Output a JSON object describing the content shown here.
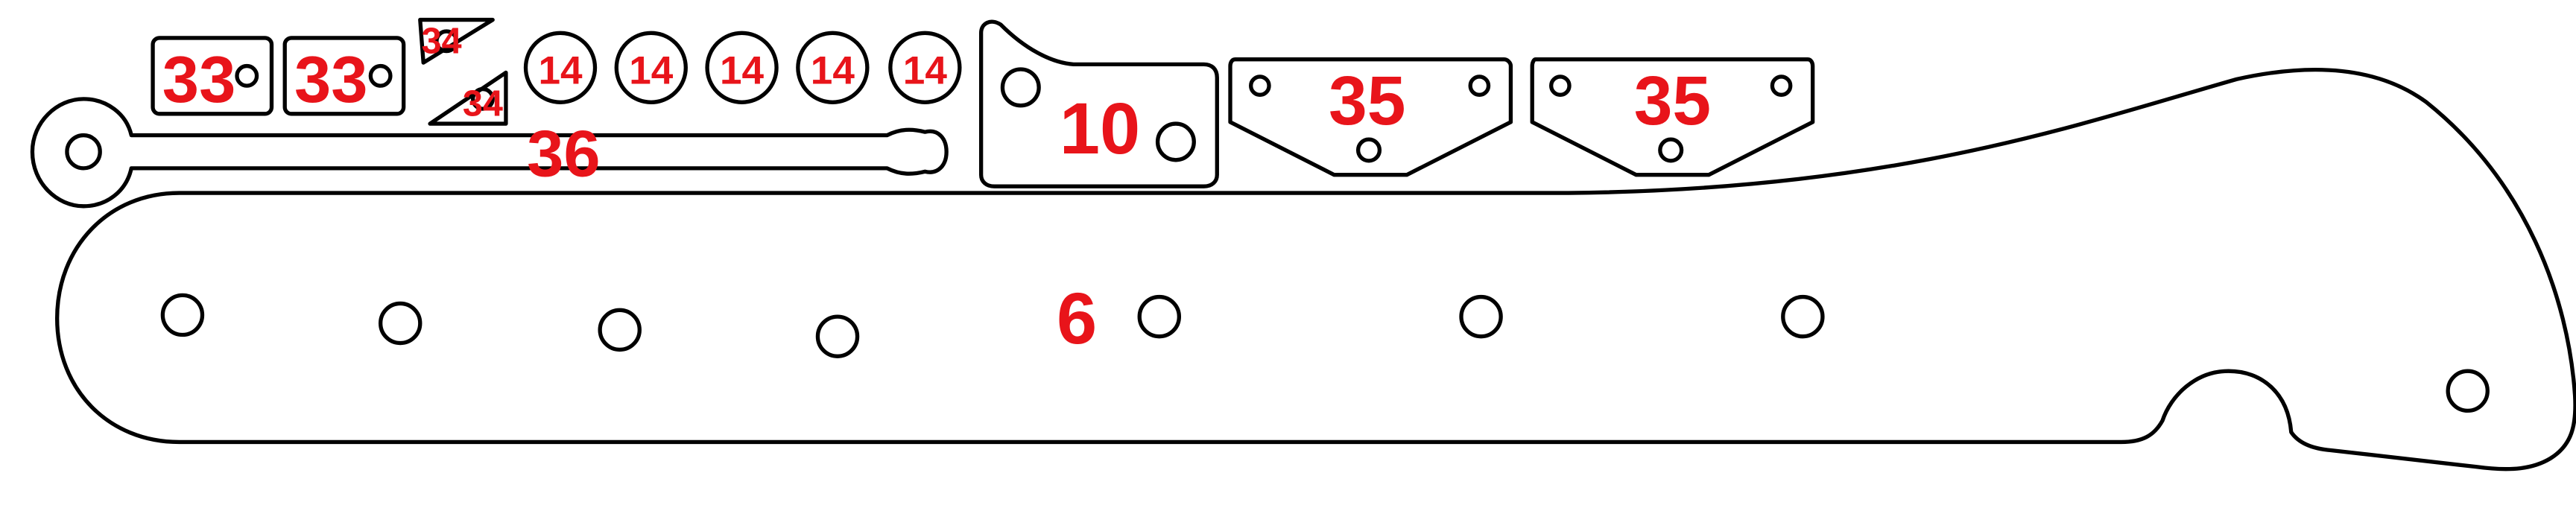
{
  "drawing": {
    "label_color": "#e8141a",
    "line_color": "#000000",
    "background": "#ffffff"
  },
  "parts": {
    "part_33a": "33",
    "part_33b": "33",
    "part_34a": "34",
    "part_34b": "34",
    "part_14a": "14",
    "part_14b": "14",
    "part_14c": "14",
    "part_14d": "14",
    "part_14e": "14",
    "part_36": "36",
    "part_10": "10",
    "part_35a": "35",
    "part_35b": "35",
    "part_6": "6"
  }
}
